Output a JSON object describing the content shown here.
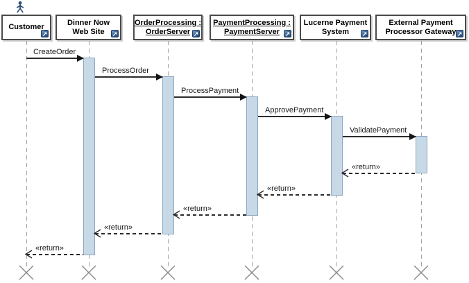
{
  "diagram_type": "UML sequence diagram",
  "colors": {
    "activation_fill": "#C7D8E7",
    "activation_border": "#8CA7C0",
    "box_border": "#4A4A4A",
    "lifeline_gray": "#A3A3A3",
    "arrow_black": "#2B2B2B",
    "x_mark_gray": "#8C8C8C",
    "actor_blue": "#33527B",
    "navigate_icon_blue": "#37618F"
  },
  "icons": {
    "navigate": "↗"
  },
  "lifelines": [
    {
      "name": "customer",
      "lines": [
        "Customer"
      ],
      "underline": false,
      "actor": true
    },
    {
      "name": "dinner-now-web-site",
      "lines": [
        "Dinner Now",
        "Web Site"
      ],
      "underline": false
    },
    {
      "name": "order-processing-order-server",
      "lines": [
        "OrderProcessing :",
        "OrderServer"
      ],
      "underline": true
    },
    {
      "name": "payment-processing-payment-server",
      "lines": [
        "PaymentProcessing :",
        "PaymentServer"
      ],
      "underline": true
    },
    {
      "name": "lucerne-payment-system",
      "lines": [
        "Lucerne Payment",
        "System"
      ],
      "underline": false
    },
    {
      "name": "external-payment-processor-gateway",
      "lines": [
        "External Payment",
        "Processor Gateway"
      ],
      "underline": false
    }
  ],
  "messages": [
    {
      "label": "CreateOrder",
      "kind": "call",
      "from": "Customer",
      "to": "Dinner Now Web Site"
    },
    {
      "label": "ProcessOrder",
      "kind": "call",
      "from": "Dinner Now Web Site",
      "to": "OrderProcessing : OrderServer"
    },
    {
      "label": "ProcessPayment",
      "kind": "call",
      "from": "OrderProcessing : OrderServer",
      "to": "PaymentProcessing : PaymentServer"
    },
    {
      "label": "ApprovePayment",
      "kind": "call",
      "from": "PaymentProcessing : PaymentServer",
      "to": "Lucerne Payment System"
    },
    {
      "label": "ValidatePayment",
      "kind": "call",
      "from": "Lucerne Payment System",
      "to": "External Payment Processor Gateway"
    },
    {
      "label": "«return»",
      "kind": "return",
      "from": "External Payment Processor Gateway",
      "to": "Lucerne Payment System"
    },
    {
      "label": "«return»",
      "kind": "return",
      "from": "Lucerne Payment System",
      "to": "PaymentProcessing : PaymentServer"
    },
    {
      "label": "«return»",
      "kind": "return",
      "from": "PaymentProcessing : PaymentServer",
      "to": "OrderProcessing : OrderServer"
    },
    {
      "label": "«return»",
      "kind": "return",
      "from": "OrderProcessing : OrderServer",
      "to": "Dinner Now Web Site"
    },
    {
      "label": "«return»",
      "kind": "return",
      "from": "Dinner Now Web Site",
      "to": "Customer"
    }
  ]
}
